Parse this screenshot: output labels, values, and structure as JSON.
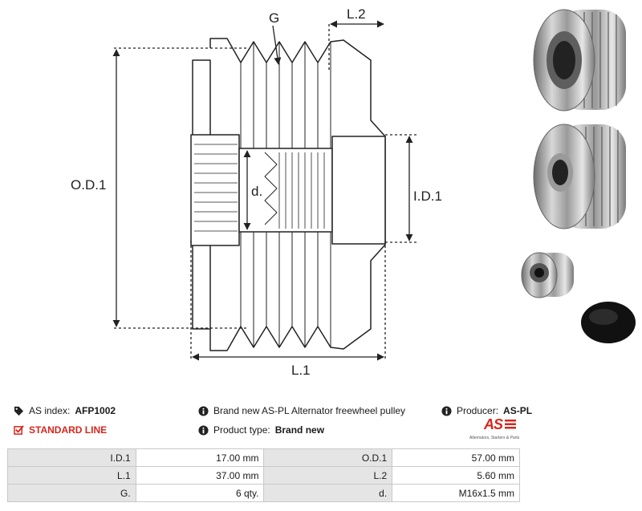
{
  "drawing": {
    "labels": {
      "g": "G",
      "l2": "L.2",
      "od1": "O.D.1",
      "id1": "I.D.1",
      "d": "d.",
      "l1": "L.1"
    }
  },
  "info": {
    "as_index_label": "AS index:",
    "as_index_value": "AFP1002",
    "standard_line": "STANDARD LINE",
    "description": "Brand new AS-PL Alternator freewheel pulley",
    "product_type_label": "Product type:",
    "product_type_value": "Brand new",
    "producer_label": "Producer:",
    "producer_value": "AS-PL"
  },
  "logo": {
    "main": "AS",
    "tagline": "Alternators, Starters & Parts"
  },
  "specs": [
    [
      {
        "label": "I.D.1",
        "value": "17.00 mm"
      },
      {
        "label": "O.D.1",
        "value": "57.00 mm"
      }
    ],
    [
      {
        "label": "L.1",
        "value": "37.00 mm"
      },
      {
        "label": "L.2",
        "value": "5.60 mm"
      }
    ],
    [
      {
        "label": "G.",
        "value": "6 qty."
      },
      {
        "label": "d.",
        "value": "M16x1.5 mm"
      }
    ]
  ],
  "colors": {
    "accent": "#d6261d",
    "table_label_bg": "#e5e5e5",
    "table_border": "#c9c9c9"
  }
}
